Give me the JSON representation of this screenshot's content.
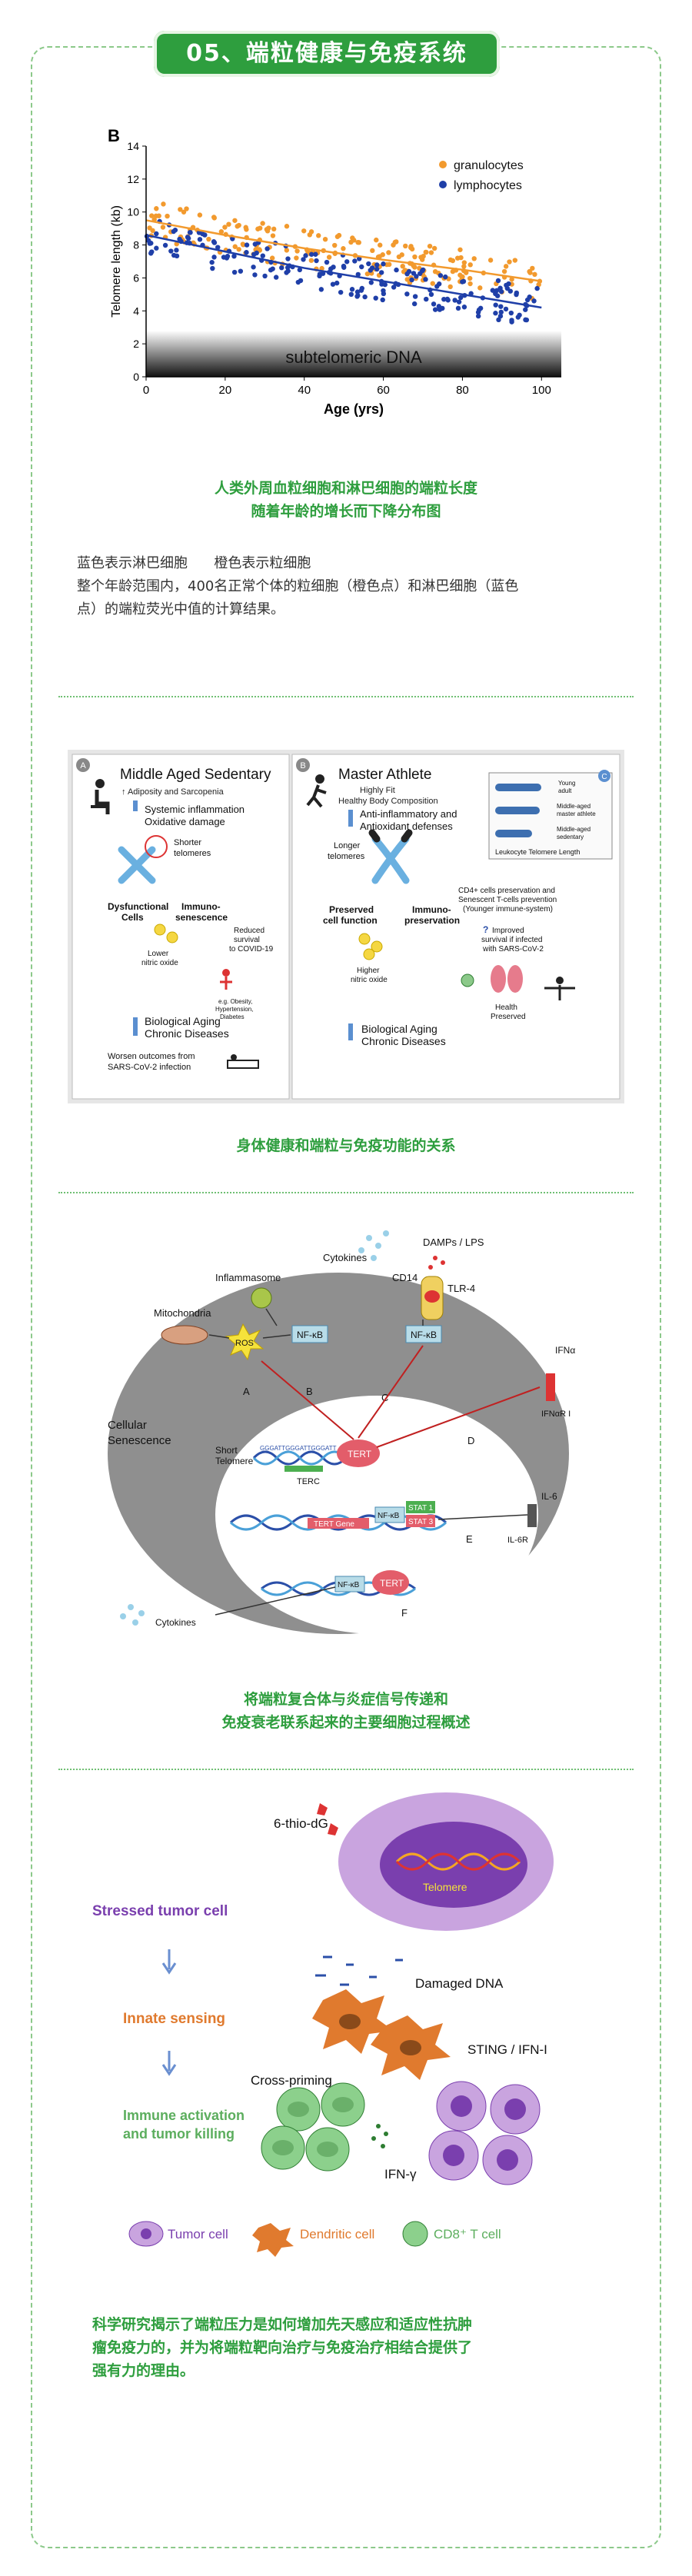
{
  "header": {
    "title": "05、端粒健康与免疫系统"
  },
  "chart_panel": {
    "panel_letter": "B",
    "y_axis_label": "Telomere length (kb)",
    "x_axis_label": "Age (yrs)",
    "band_label": "subtelomeric DNA",
    "legend": [
      "granulocytes",
      "lymphocytes"
    ]
  },
  "chart_data": {
    "type": "scatter",
    "xlabel": "Age (yrs)",
    "ylabel": "Telomere length (kb)",
    "xlim": [
      0,
      105
    ],
    "ylim": [
      0,
      14
    ],
    "x_ticks": [
      "0",
      "20",
      "40",
      "60",
      "80",
      "100"
    ],
    "y_ticks": [
      "0",
      "2",
      "4",
      "6",
      "8",
      "10",
      "12",
      "14"
    ],
    "legend_position": "top-right",
    "series": [
      {
        "name": "granulocytes",
        "color": "#f29a2e",
        "trend": [
          [
            0,
            9.5
          ],
          [
            20,
            8.6
          ],
          [
            40,
            7.8
          ],
          [
            60,
            7.1
          ],
          [
            80,
            6.5
          ],
          [
            100,
            5.8
          ]
        ]
      },
      {
        "name": "lymphocytes",
        "color": "#1f3fa8",
        "trend": [
          [
            0,
            8.6
          ],
          [
            20,
            7.6
          ],
          [
            40,
            6.6
          ],
          [
            60,
            5.8
          ],
          [
            80,
            5.0
          ],
          [
            100,
            4.2
          ]
        ]
      }
    ]
  },
  "section1": {
    "caption_line1": "人类外周血粒细胞和淋巴细胞的端粒长度",
    "caption_line2": "随着年龄的增长而下降分布图",
    "text_line1": "蓝色表示淋巴细胞      橙色表示粒细胞",
    "text_line2": "整个年龄范围内，400名正常个体的粒细胞（橙色点）和淋巴细胞（蓝色",
    "text_line3": "点）的端粒荧光中值的计算结果。"
  },
  "section2": {
    "left": {
      "letter": "A",
      "title": "Middle Aged Sedentary",
      "sub": "↑ Adiposity and Sarcopenia",
      "systemic": "Systemic inflammation",
      "oxidative": "Oxidative damage",
      "shorter": "Shorter",
      "telomeres": "telomeres",
      "dysfunctional": "Dysfunctional",
      "cells": "Cells",
      "immuno": "Immuno-",
      "senescence": "senescence",
      "lower": "Lower",
      "nitric": "nitric oxide",
      "reduced": "Reduced",
      "survival": "survival",
      "covid": "to COVID-19",
      "eg1": "e.g. Obesity,",
      "eg2": "Hypertension,",
      "eg3": "Diabetes",
      "aging": "Biological Aging",
      "chronic": "Chronic Diseases",
      "worsen": "Worsen outcomes from",
      "sars": "SARS-CoV-2 infection"
    },
    "right": {
      "letter": "B",
      "title": "Master Athlete",
      "sub1": "Highly Fit",
      "sub2": "Healthy Body Composition",
      "anti1": "Anti-inflammatory and",
      "anti2": "Antioxidant defenses",
      "longer": "Longer",
      "telomeres": "telomeres",
      "preserved1": "Preserved",
      "preserved2": "cell function",
      "immuno1": "Immuno-",
      "immuno2": "preservation",
      "cd4_1": "CD4+ cells preservation and",
      "cd4_2": "Senescent T-cells prevention",
      "cd4_3": "(Younger immune-system)",
      "higher": "Higher",
      "nitric": "nitric oxide",
      "improved1": "Improved",
      "improved2": "survival if infected",
      "improved3": "with SARS-CoV-2",
      "health1": "Health",
      "health2": "Preserved",
      "aging": "Biological Aging",
      "chronic": "Chronic Diseases"
    },
    "inset": {
      "letter": "C",
      "young1": "Young",
      "young2": "adult",
      "ma1": "Middle-aged",
      "ma2": "master athlete",
      "ms1": "Middle-aged",
      "ms2": "sedentary",
      "ltl": "Leukocyte Telomere Length"
    },
    "caption": "身体健康和端粒与免疫功能的关系"
  },
  "section3": {
    "cytokines_top": "Cytokines",
    "damps": "DAMPs / LPS",
    "cd14": "CD14",
    "tlr4": "TLR-4",
    "inflammasome": "Inflammasome",
    "mitochondria": "Mitochondria",
    "ros": "ROS",
    "nfkb": "NF-κB",
    "ifna": "IFNα",
    "ifnar": "IFNαR I",
    "cellular1": "Cellular",
    "cellular2": "Senescence",
    "short1": "Short",
    "short2": "Telomere",
    "tert": "TERT",
    "terc": "TERC",
    "seq": "GGGATTGGGATTGGGATT",
    "il6": "IL-6",
    "il6r": "IL-6R",
    "stat1": "STAT 1",
    "stat3": "STAT 3",
    "tert_gene": "TERT Gene",
    "cytokines_bottom": "Cytokines",
    "letters": [
      "A",
      "B",
      "C",
      "D",
      "E",
      "F"
    ],
    "caption_line1": "将端粒复合体与炎症信号传递和",
    "caption_line2": "免疫衰老联系起来的主要细胞过程概述"
  },
  "section4": {
    "thio": "6-thio-dG",
    "stressed": "Stressed tumor cell",
    "telomere": "Telomere",
    "damaged": "Damaged DNA",
    "innate": "Innate sensing",
    "sting": "STING / IFN-I",
    "cross": "Cross-priming",
    "immune1": "Immune activation",
    "immune2": "and tumor killing",
    "ifng": "IFN-γ",
    "legend_tumor": "Tumor cell",
    "legend_dendritic": "Dendritic cell",
    "legend_cd8": "CD8⁺ T cell",
    "caption_line1": "科学研究揭示了端粒压力是如何增加先天感应和适应性抗肿",
    "caption_line2": "瘤免疫力的，并为将端粒靶向治疗与免疫治疗相结合提供了",
    "caption_line3": "强有力的理由。"
  }
}
